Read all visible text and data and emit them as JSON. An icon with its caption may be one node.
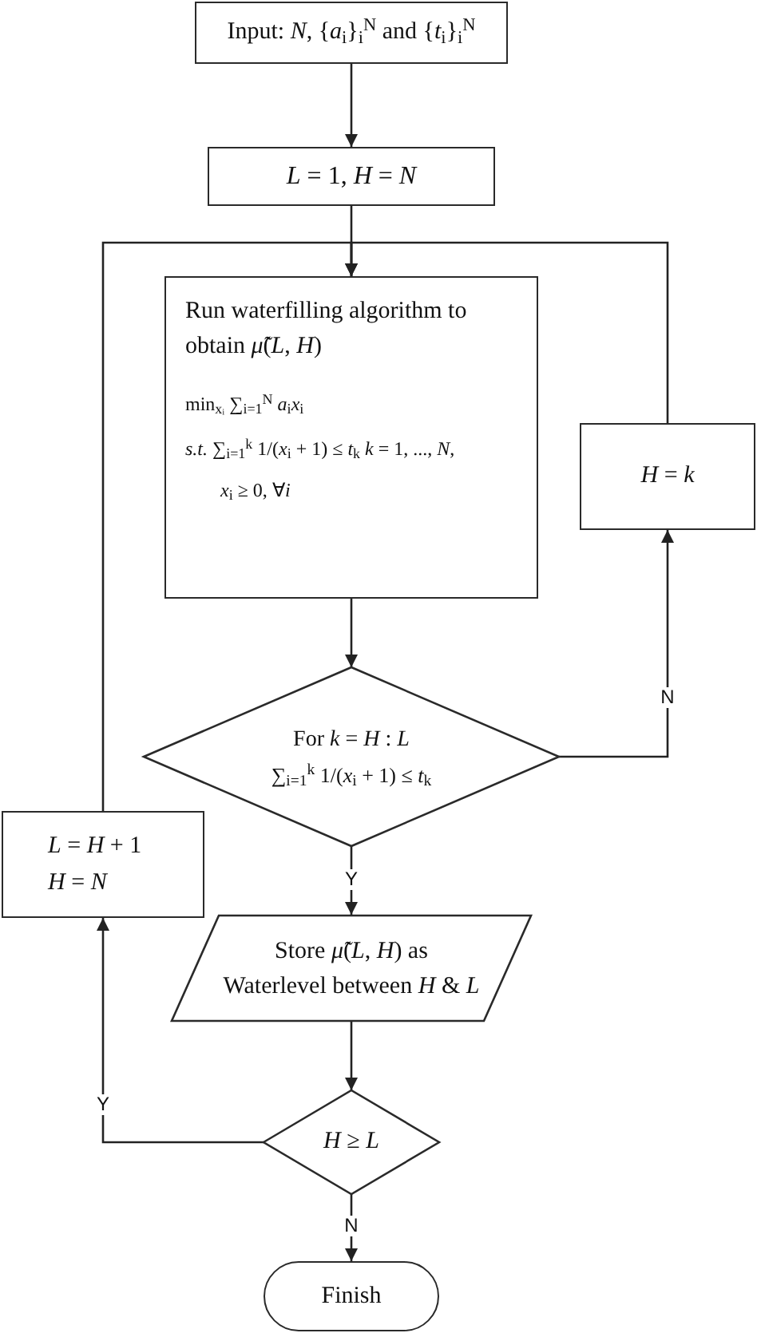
{
  "diagram": {
    "nodes": [
      {
        "text": [
          "Input: *N*, {*a*$_{i}$}$_{i}$$^{N}$ and {*t*$_{i}$}$_{i}$$^{N}$"
        ]
      },
      {
        "text": [
          "*L* = 1, *H* = *N*"
        ]
      },
      {
        "text": [
          "Run waterfilling algorithm to obtain *μ̃*(*L*, *H*)",
          "min$_{xᵢ}$ ∑$_{i=1}$$^{N}$ *a*$_{i}$*x*$_{i}$",
          "*s.t.* ∑$_{i=1}$$^{k}$ 1/(*x*$_{i}$ + 1) ≤ *t*$_{k}$ *k* = 1, ..., *N*,",
          "*x*$_{i}$ ≥ 0, ∀*i*"
        ]
      },
      {
        "text": [
          "*H* = *k*"
        ]
      },
      {
        "text": [
          "For *k* = *H* : *L*",
          "∑$_{i=1}$$^{k}$ 1/(*x*$_{i}$ + 1) ≤ *t*$_{k}$"
        ]
      },
      {
        "text": [
          "*L* = *H* + 1",
          "*H* = *N*"
        ]
      },
      {
        "text": [
          "Store *μ̃*(*L*, *H*) as Waterlevel between *H* & *L*"
        ]
      },
      {
        "text": [
          "*H* ≥ *L*"
        ]
      },
      {
        "text": [
          "Finish"
        ]
      }
    ],
    "edges": [
      {
        "from": 0,
        "to": 1,
        "arrow": "to"
      },
      {
        "from": 1,
        "to": 2,
        "arrow": "to"
      },
      {
        "from": 2,
        "to": 4,
        "arrow": "to"
      },
      {
        "from": 4,
        "to": 3,
        "arrow": "to",
        "label": "N"
      },
      {
        "from": 3,
        "to": 2,
        "arrow": "to"
      },
      {
        "from": 4,
        "to": 6,
        "arrow": "to",
        "label": "Y"
      },
      {
        "from": 6,
        "to": 7,
        "arrow": "to"
      },
      {
        "from": 7,
        "to": 5,
        "arrow": "to",
        "label": "Y"
      },
      {
        "from": 5,
        "to": 2,
        "arrow": "to"
      },
      {
        "from": 7,
        "to": 8,
        "arrow": "to",
        "label": "N"
      }
    ]
  }
}
